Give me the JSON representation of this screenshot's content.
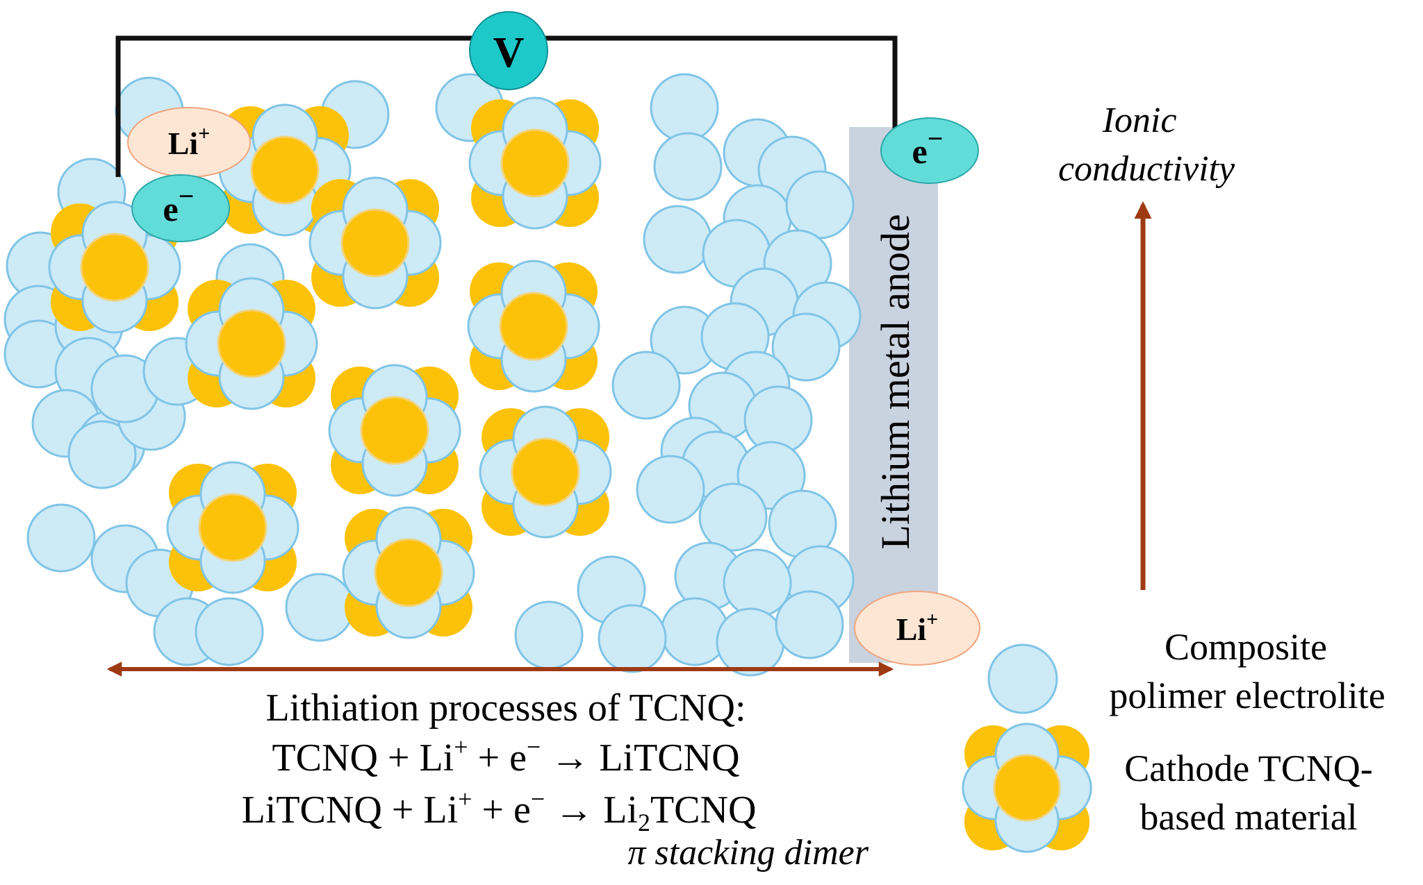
{
  "voltmeter": {
    "label": "V",
    "color": "#1ec9c9"
  },
  "ions": {
    "li_plus_cathode": {
      "base": "Li",
      "sup": "+"
    },
    "li_plus_anode": {
      "base": "Li",
      "sup": "+"
    },
    "e_minus_cathode": {
      "base": "e",
      "sup": "−"
    },
    "e_minus_anode": {
      "base": "e",
      "sup": "−"
    }
  },
  "anode": {
    "label": "Lithium metal anode",
    "color": "#c9d2df"
  },
  "ionic_conductivity": {
    "line1": "Ionic",
    "line2": "conductivity"
  },
  "lithiation": {
    "title": "Lithiation processes of TCNQ:",
    "reaction1": {
      "a": "TCNQ + Li",
      "a_sup": "+",
      "b": " + e",
      "b_sup": "−",
      "c": " → LiTCNQ"
    },
    "reaction2": {
      "a": "LiTCNQ + Li",
      "a_sup": "+",
      "b": " + e",
      "b_sup": "−",
      "c": " →  Li",
      "c_sub": "2",
      "d": "TCNQ"
    },
    "note": "π stacking dimer"
  },
  "legend": {
    "electrolyte": {
      "line1": "Composite",
      "line2": "polimer electrolite"
    },
    "cathode": {
      "line1": "Cathode TCNQ-",
      "line2": "based material"
    }
  },
  "colors": {
    "electrolyte_fill": "#cdeaf7",
    "electrolyte_stroke": "#7fc4e6",
    "cathode_yellow": "#fcc20a",
    "ion_fill": "#fde6d4",
    "ion_stroke": "#f1a57f",
    "electron_fill": "#62dcd8",
    "arrow": "#9e3a12"
  }
}
